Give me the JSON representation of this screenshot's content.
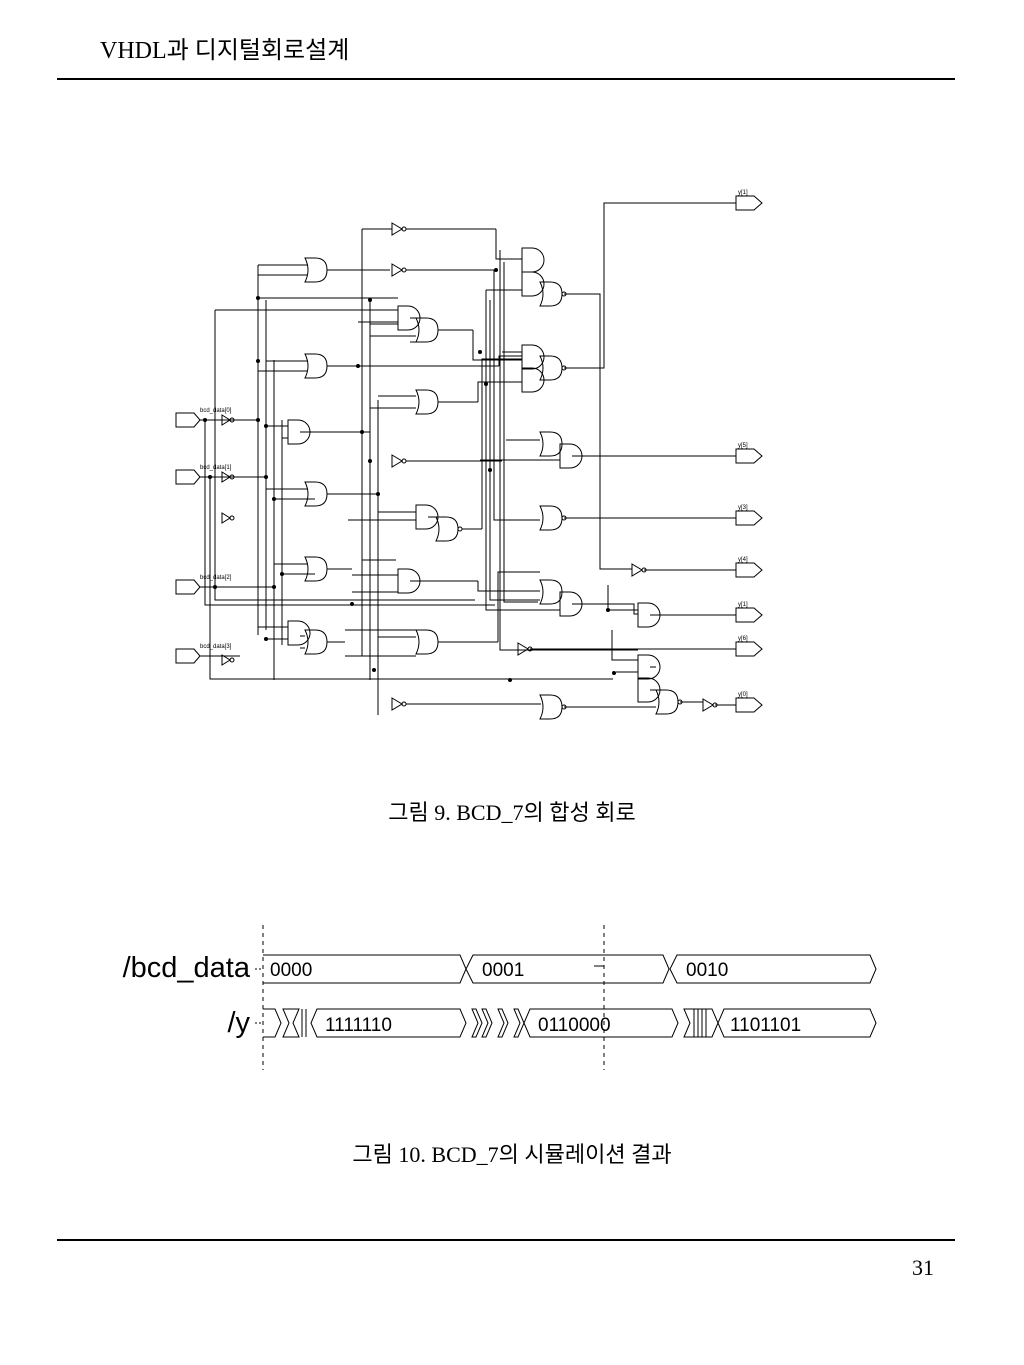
{
  "header": {
    "title": "VHDL과 디지털회로설계"
  },
  "figure9": {
    "caption": "그림 9.  BCD_7의 합성 회로",
    "inputs": [
      "bcd_data[0]",
      "bcd_data[1]",
      "bcd_data[2]",
      "bcd_data[3]"
    ],
    "outputs": [
      "y[1]",
      "y[5]",
      "y[3]",
      "y[4]",
      "y[1]",
      "y[6]",
      "y[0]"
    ]
  },
  "figure10": {
    "caption": "그림 10. BCD_7의 시뮬레이션 결과",
    "signals": [
      {
        "name": "/bcd_data",
        "values": [
          "0000",
          "0001",
          "0010"
        ]
      },
      {
        "name": "/y",
        "values": [
          "1111110",
          "0110000",
          "1101101"
        ]
      }
    ]
  },
  "footer": {
    "page_number": "31"
  }
}
